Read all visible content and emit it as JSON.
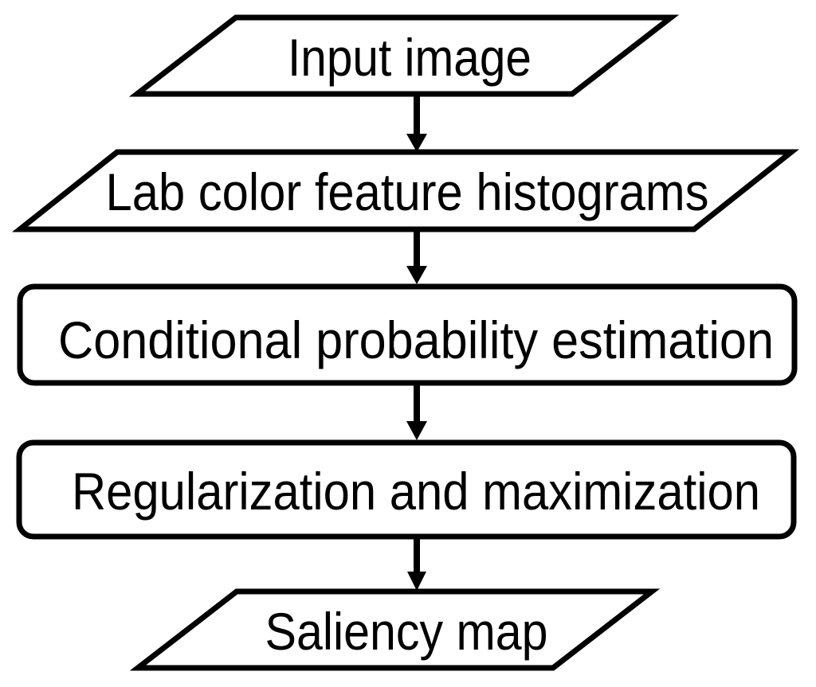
{
  "diagram": {
    "colors": {
      "background": "#ffffff",
      "line": "#000000",
      "text": "#000000"
    },
    "nodes": [
      {
        "id": "input-image",
        "shape": "parallelogram",
        "label": "Input image"
      },
      {
        "id": "lab-color-feature-histograms",
        "shape": "parallelogram",
        "label": "Lab color feature histograms"
      },
      {
        "id": "conditional-probability-estimation",
        "shape": "rounded-rectangle",
        "label": "Conditional probability estimation"
      },
      {
        "id": "regularization-and-maximization",
        "shape": "rounded-rectangle",
        "label": "Regularization and maximization"
      },
      {
        "id": "saliency-map",
        "shape": "parallelogram",
        "label": "Saliency map"
      }
    ],
    "edges": [
      {
        "from": "input-image",
        "to": "lab-color-feature-histograms"
      },
      {
        "from": "lab-color-feature-histograms",
        "to": "conditional-probability-estimation"
      },
      {
        "from": "conditional-probability-estimation",
        "to": "regularization-and-maximization"
      },
      {
        "from": "regularization-and-maximization",
        "to": "saliency-map"
      }
    ]
  }
}
